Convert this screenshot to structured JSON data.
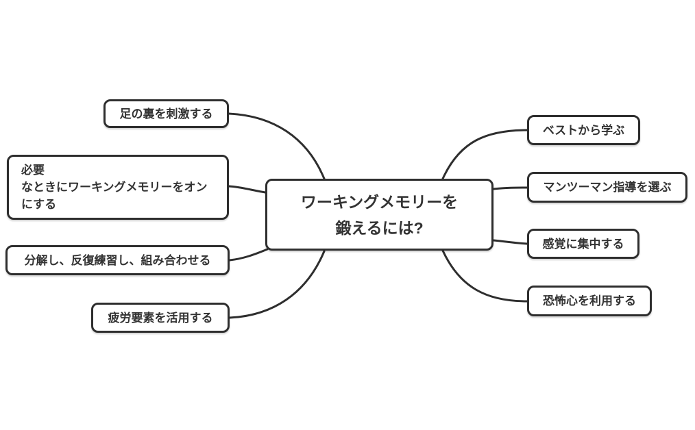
{
  "mindmap": {
    "center": {
      "text": "ワーキングメモリーを\n鍛えるには?"
    },
    "left": [
      {
        "text": "足の裏を刺激する"
      },
      {
        "text": "必要\nなときにワーキングメモリーをオン\nにする"
      },
      {
        "text": "分解し、反復練習し、組み合わせる"
      },
      {
        "text": "疲労要素を活用する"
      }
    ],
    "right": [
      {
        "text": "ベストから学ぶ"
      },
      {
        "text": "マンツーマン指導を選ぶ"
      },
      {
        "text": "感覚に集中する"
      },
      {
        "text": "恐怖心を利用する"
      }
    ],
    "colors": {
      "stroke": "#2e2e2e",
      "text": "#333333",
      "node_fill": "#ffffff",
      "background": "#ffffff"
    }
  }
}
